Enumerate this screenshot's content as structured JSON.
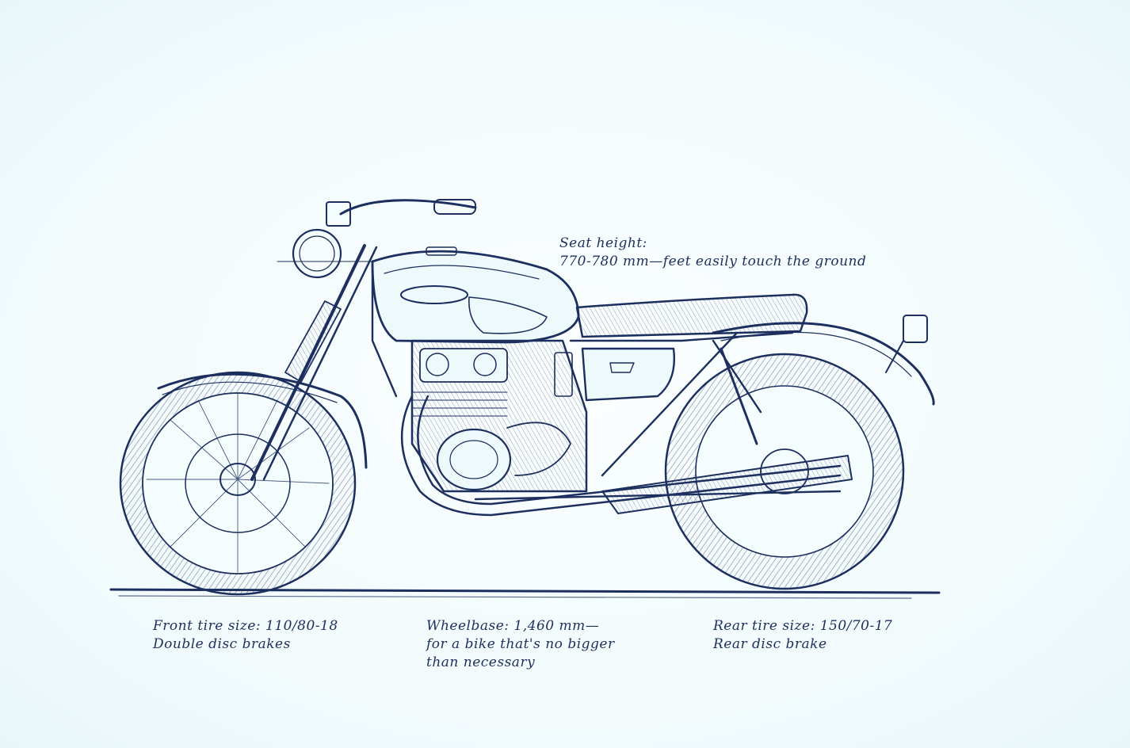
{
  "annotations": {
    "seat_height": {
      "line1": "Seat height:",
      "line2": "770-780 mm—feet easily touch the ground"
    },
    "front_tire": {
      "line1": "Front tire size: 110/80-18",
      "line2": "Double disc brakes"
    },
    "wheelbase": {
      "line1": "Wheelbase: 1,460 mm—",
      "line2": "for a bike that's no bigger",
      "line3": "than necessary"
    },
    "rear_tire": {
      "line1": "Rear tire size: 150/70-17",
      "line2": "Rear disc brake"
    }
  },
  "colors": {
    "ink": "#1c2f5e",
    "paper": "#f2fbfd"
  },
  "icons": {
    "drawing": "motorcycle-sketch-icon"
  }
}
